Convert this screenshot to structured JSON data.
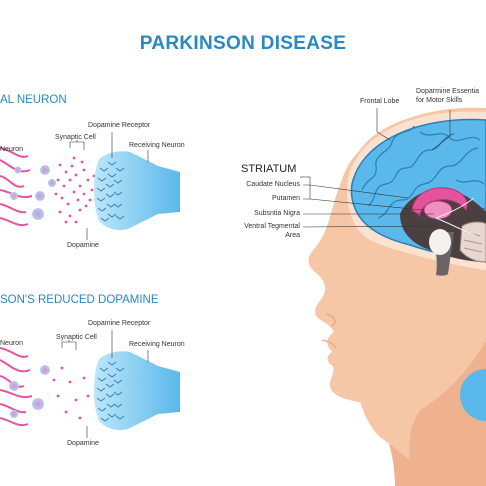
{
  "title": "PARKINSON DISEASE",
  "normal": {
    "heading": "AL NEURON",
    "labels": {
      "neuron": "Neuron",
      "synaptic_cell": "Synaptic Cell",
      "dopamine_receptor": "Dopamine Receptor",
      "receiving_neuron": "Receiving Neuron",
      "dopamine": "Dopamine"
    }
  },
  "reduced": {
    "heading": "SON'S REDUCED DOPAMINE",
    "labels": {
      "neuron": "Neuron",
      "synaptic_cell": "Synaptic Cell",
      "dopamine_receptor": "Dopamine Receptor",
      "receiving_neuron": "Receiving Neuron",
      "dopamine": "Dopamine"
    }
  },
  "brain": {
    "frontal_lobe": "Frontal Lobe",
    "dopamine_essential_1": "Doparmine Essentia",
    "dopamine_essential_2": "for Motor Skills",
    "striatum": "STRIATUM",
    "caudate_nucleus": "Caudate Nucleus",
    "putamen": "Putamen",
    "substantia_nigra": "Subsntia Nigra",
    "vta_1": "Ventral Tegmental",
    "vta_2": "Area"
  },
  "colors": {
    "accent": "#2a88c4",
    "skin": "#f6c7a6",
    "brain_blue": "#5ab8ea",
    "pink": "#e4549a",
    "neuron_pink": "#e5559f"
  }
}
